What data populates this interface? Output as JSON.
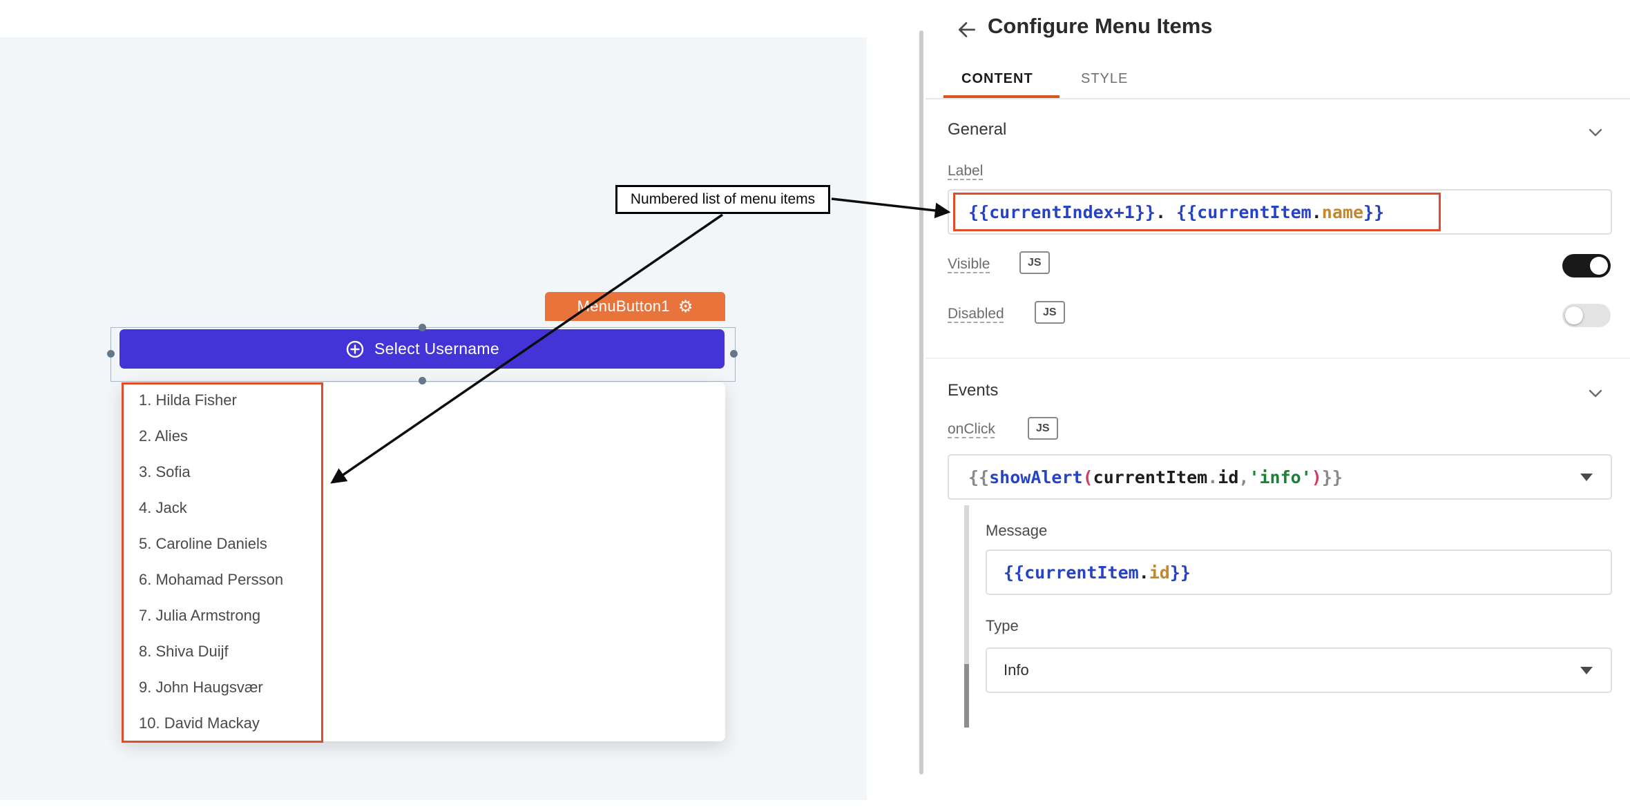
{
  "theme": {
    "canvas-bg": "#f3f6f8",
    "highlight": "#e04b2a",
    "tab-underline": "#d9541f",
    "widget-tag-bg": "#e8743c",
    "button-bg": "#4434d8",
    "toggle-on": "#191919",
    "input-border": "#e0dede"
  },
  "code_colors": {
    "blue": "#2643c6",
    "orange": "#c5862c",
    "dark": "#1d1d1d",
    "gray": "#8a8888",
    "green": "#1d8038",
    "red": "#cf3e5e"
  },
  "canvas": {
    "widget_tag": "MenuButton1",
    "button_label": "Select Username",
    "menu_items": [
      "1. Hilda Fisher",
      "2. Alies",
      "3. Sofia",
      "4. Jack",
      "5. Caroline Daniels",
      "6. Mohamad Persson",
      "7. Julia Armstrong",
      "8. Shiva Duijf",
      "9. John Haugsvær",
      "10. David Mackay"
    ],
    "annotation": "Numbered list of menu items"
  },
  "panel": {
    "title": "Configure Menu Items",
    "tabs": {
      "content": "CONTENT",
      "style": "STYLE"
    },
    "general": {
      "title": "General",
      "label_caption": "Label",
      "label_tokens": [
        {
          "t": "{{",
          "c": "blue"
        },
        {
          "t": "currentIndex+1",
          "c": "blue"
        },
        {
          "t": "}}",
          "c": "blue"
        },
        {
          "t": ". ",
          "c": "dark"
        },
        {
          "t": "{{",
          "c": "blue"
        },
        {
          "t": "currentItem",
          "c": "blue"
        },
        {
          "t": ".",
          "c": "dark"
        },
        {
          "t": "name",
          "c": "orange"
        },
        {
          "t": "}}",
          "c": "blue"
        }
      ],
      "visible_caption": "Visible",
      "visible_badge": "JS",
      "visible_on": true,
      "disabled_caption": "Disabled",
      "disabled_badge": "JS",
      "disabled_on": false
    },
    "events": {
      "title": "Events",
      "onclick_caption": "onClick",
      "onclick_badge": "JS",
      "onclick_tokens": [
        {
          "t": "{{",
          "c": "gray"
        },
        {
          "t": "showAlert",
          "c": "blue"
        },
        {
          "t": "(",
          "c": "red"
        },
        {
          "t": "currentItem",
          "c": "dark"
        },
        {
          "t": ".",
          "c": "gray"
        },
        {
          "t": "id",
          "c": "dark"
        },
        {
          "t": ",",
          "c": "gray"
        },
        {
          "t": "'info'",
          "c": "green"
        },
        {
          "t": ")",
          "c": "red"
        },
        {
          "t": "}}",
          "c": "gray"
        }
      ],
      "message_caption": "Message",
      "message_tokens": [
        {
          "t": "{{",
          "c": "blue"
        },
        {
          "t": "currentItem",
          "c": "blue"
        },
        {
          "t": ".",
          "c": "dark"
        },
        {
          "t": "id",
          "c": "orange"
        },
        {
          "t": "}}",
          "c": "blue"
        }
      ],
      "type_caption": "Type",
      "type_value": "Info"
    }
  }
}
